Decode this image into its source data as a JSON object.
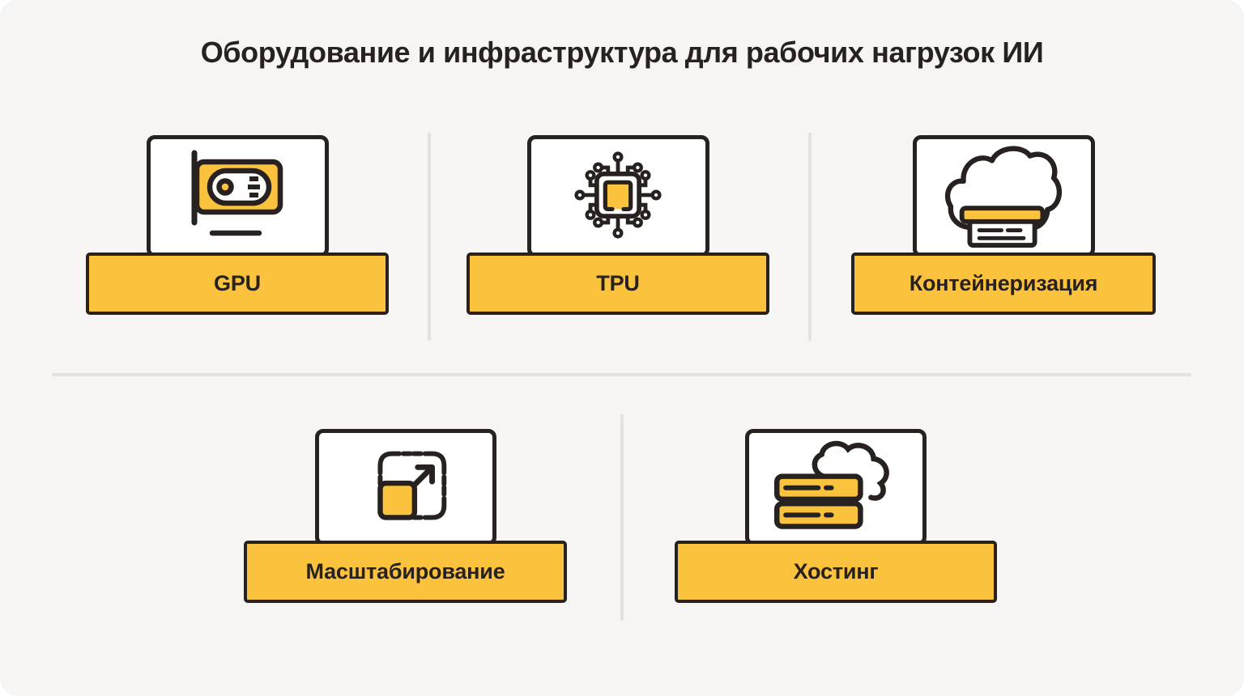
{
  "page": {
    "title": "Оборудование и инфраструктура для рабочих нагрузок ИИ"
  },
  "colors": {
    "accent_yellow": "#FBC23E",
    "outline_dark": "#272220",
    "background": "#F6F5F4",
    "card_white": "#FFFFFF",
    "divider_gray": "#E1E1E0"
  },
  "cards": [
    {
      "id": "gpu",
      "label": "GPU",
      "icon": "gpu-card-icon",
      "row": 1
    },
    {
      "id": "tpu",
      "label": "TPU",
      "icon": "tpu-chip-icon",
      "row": 1
    },
    {
      "id": "containerization",
      "label": "Контейнеризация",
      "icon": "cloud-container-icon",
      "row": 1
    },
    {
      "id": "scaling",
      "label": "Масштабирование",
      "icon": "expand-arrow-icon",
      "row": 2
    },
    {
      "id": "hosting",
      "label": "Хостинг",
      "icon": "cloud-servers-icon",
      "row": 2
    }
  ]
}
